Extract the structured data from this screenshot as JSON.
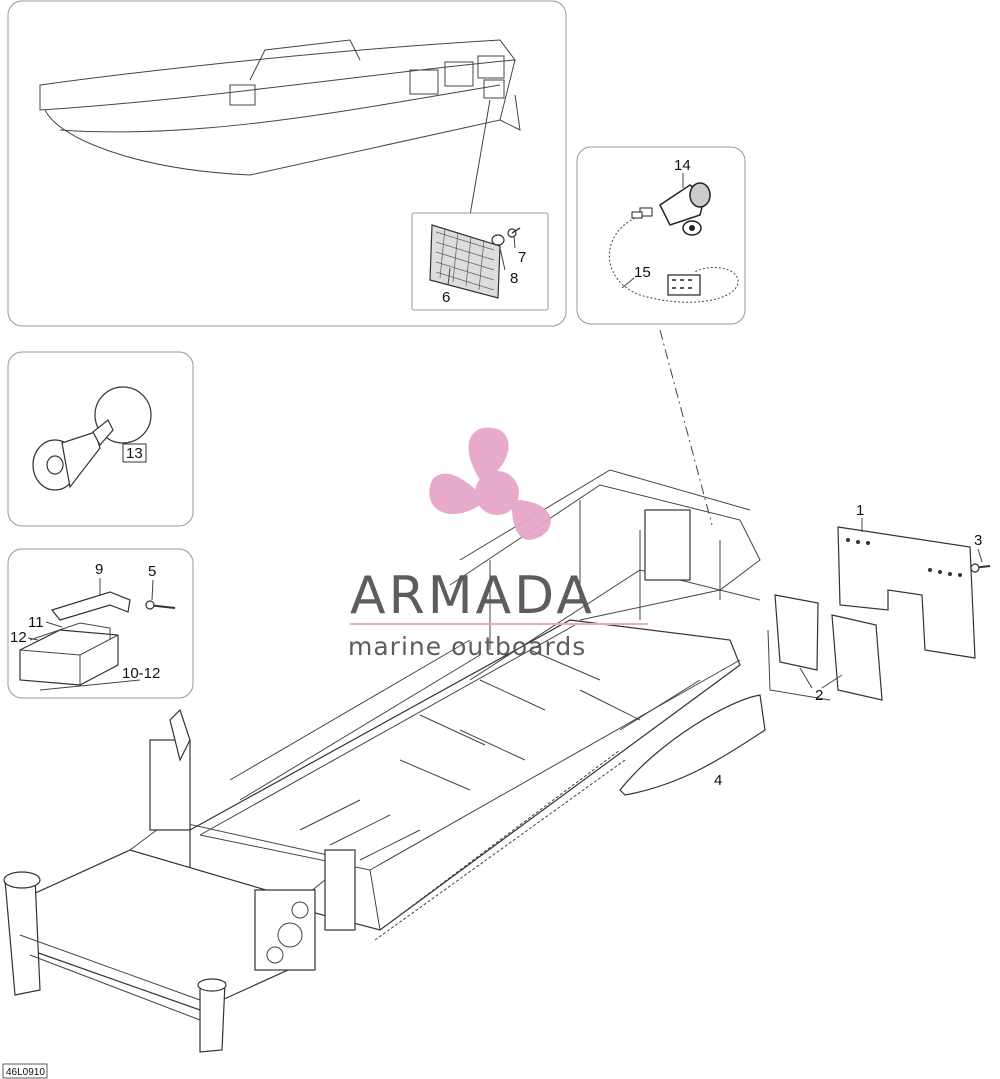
{
  "drawing_code": "46L0910",
  "callouts": {
    "p1": "1",
    "p2": "2",
    "p3": "3",
    "p4": "4",
    "p5": "5",
    "p6": "6",
    "p7": "7",
    "p8": "8",
    "p9": "9",
    "p10_12": "10-12",
    "p11": "11",
    "p12": "12",
    "p13": "13",
    "p14": "14",
    "p15": "15"
  },
  "watermark": {
    "brand": "ARMADA",
    "tagline": "marine outboards",
    "icon": "propeller-logo-icon",
    "color": "#e7a6c9",
    "text_color": "#555555"
  }
}
